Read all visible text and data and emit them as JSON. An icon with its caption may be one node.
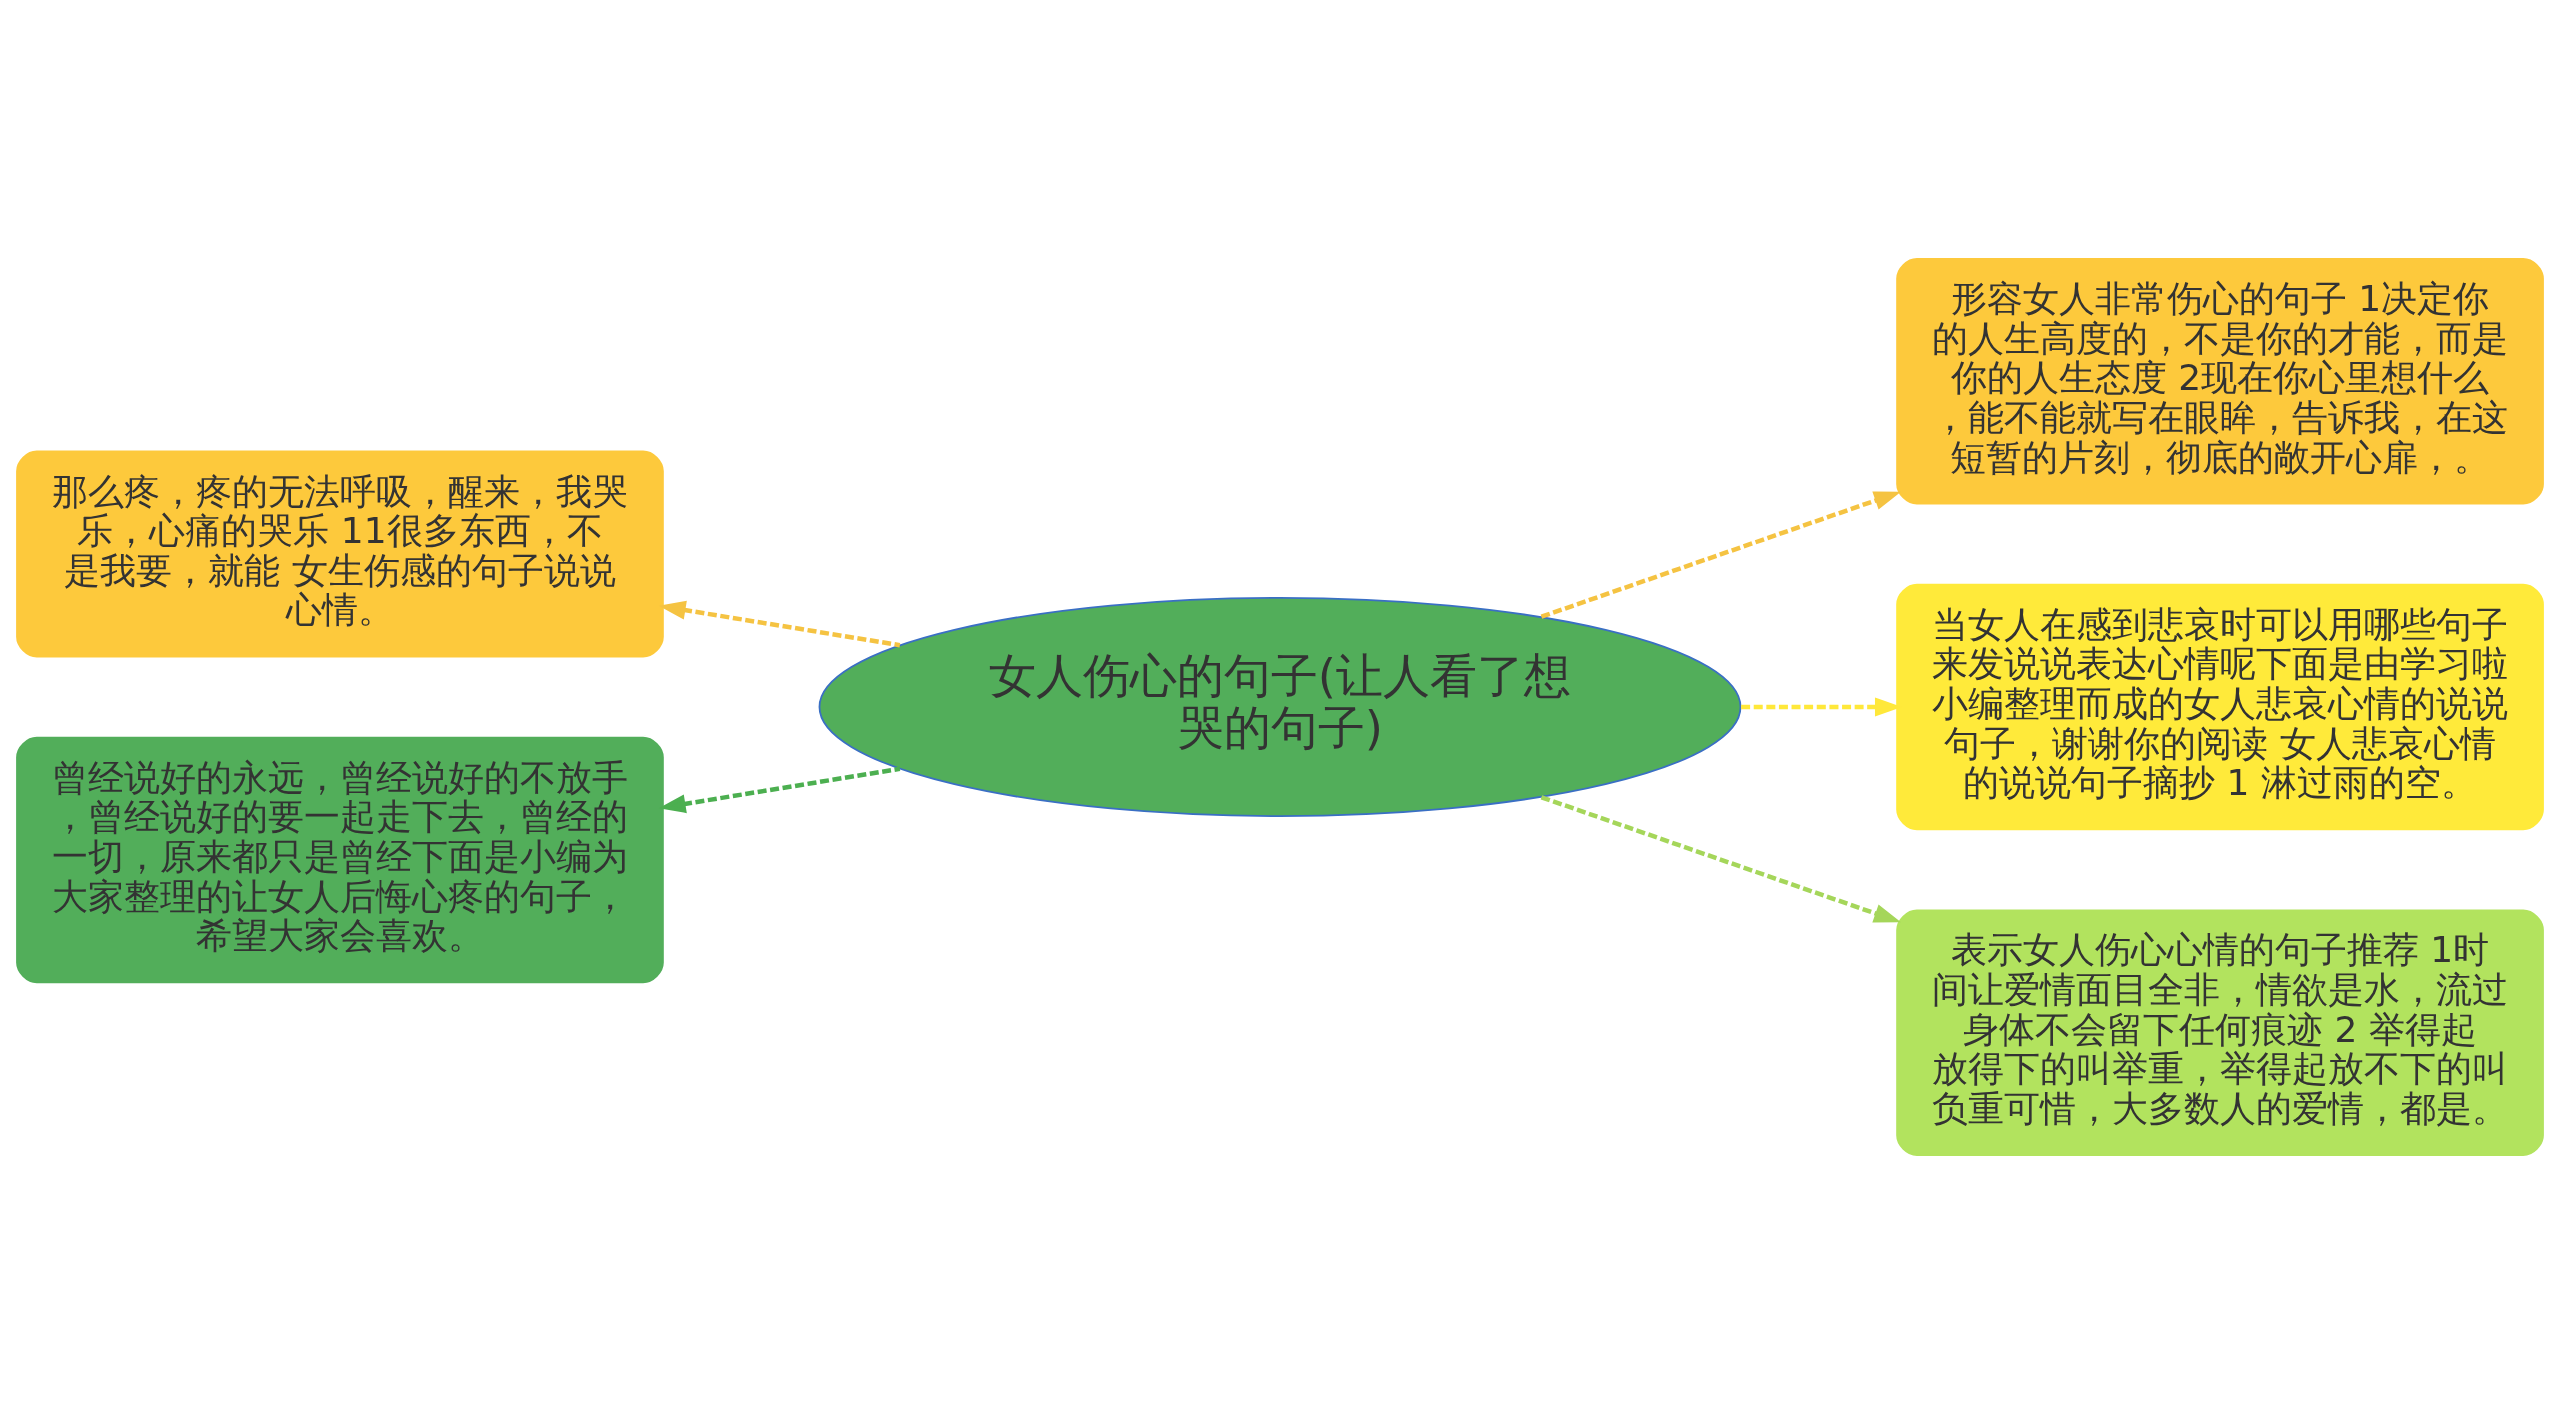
{
  "diagram": {
    "nodes": [
      {
        "text": [
          "女人伤心的句子(让人看了想哭的句子)"
        ]
      },
      {
        "text": [
          "那么疼，疼的无法呼吸，醒来，我哭乐，心痛的哭乐 11很多东西，不是我要，就能 女生伤感的句子说说心情。"
        ]
      },
      {
        "text": [
          "曾经说好的永远，曾经说好的不放手，曾经说好的要一起走下去，曾经的一切，原来都只是曾经下面是小编为大家整理的让女人后悔心疼的句子，希望大家会喜欢。"
        ]
      },
      {
        "text": [
          "形容女人非常伤心的句子 1决定你的人生高度的，不是你的才能，而是你的人生态度 2现在你心里想什么，能不能就写在眼眸，告诉我，在这短暂的片刻，彻底的敞开心扉，。"
        ]
      },
      {
        "text": [
          "当女人在感到悲哀时可以用哪些句子来发说说表达心情呢下面是由学习啦小编整理而成的女人悲哀心情的说说句子，谢谢你的阅读 女人悲哀心情的说说句子摘抄 1 淋过雨的空。"
        ]
      },
      {
        "text": [
          "表示女人伤心心情的句子推荐 1时间让爱情面目全非，情欲是水，流过身体不会留下任何痕迹 2 举得起放得下的叫举重，举得起放不下的叫负重可惜，大多数人的爱情，都是。"
        ]
      }
    ],
    "edges": [
      {
        "from": 0,
        "to": 1,
        "arrow": "to",
        "style": "dashed",
        "color": "#f5c342"
      },
      {
        "from": 0,
        "to": 2,
        "arrow": "to",
        "style": "dashed",
        "color": "#4caf50"
      },
      {
        "from": 0,
        "to": 3,
        "arrow": "to",
        "style": "dashed",
        "color": "#f5c342"
      },
      {
        "from": 0,
        "to": 4,
        "arrow": "to",
        "style": "dashed",
        "color": "#ffe83a"
      },
      {
        "from": 0,
        "to": 5,
        "arrow": "to",
        "style": "dashed",
        "color": "#a5d65a"
      }
    ]
  }
}
